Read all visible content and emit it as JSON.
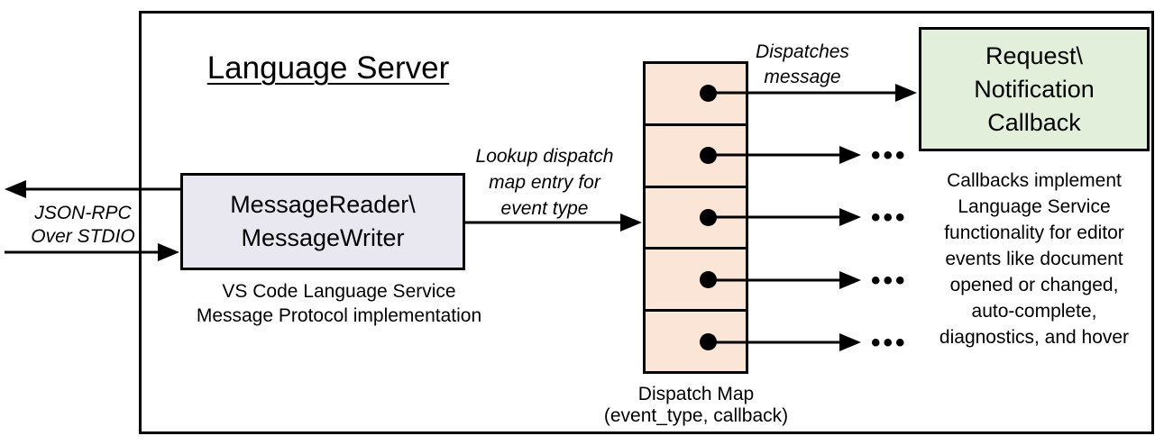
{
  "title": "Language Server",
  "stdio": {
    "line1": "JSON-RPC",
    "line2": "Over STDIO"
  },
  "reader": {
    "name_line1": "MessageReader\\",
    "name_line2": "MessageWriter",
    "caption_line1": "VS Code Language Service",
    "caption_line2": "Message Protocol implementation"
  },
  "lookup": {
    "line1": "Lookup dispatch",
    "line2": "map entry for",
    "line3": "event type"
  },
  "dispatch": {
    "line1": "Dispatches",
    "line2": "message"
  },
  "map": {
    "caption_line1": "Dispatch Map",
    "caption_line2": "(event_type, callback)",
    "row_count": 5
  },
  "callback": {
    "line1": "Request\\",
    "line2": "Notification",
    "line3": "Callback"
  },
  "note": {
    "lines": [
      "Callbacks implement",
      "Language Service",
      "functionality for editor",
      "events like document",
      "opened or changed,",
      "auto-complete,",
      "diagnostics, and hover"
    ]
  },
  "glyphs": {
    "ellipsis": "•••"
  },
  "colors": {
    "reader_fill": "#e9e7ef",
    "map_fill": "#fbe5d6",
    "callback_fill": "#e2efda",
    "stroke": "#000000"
  }
}
